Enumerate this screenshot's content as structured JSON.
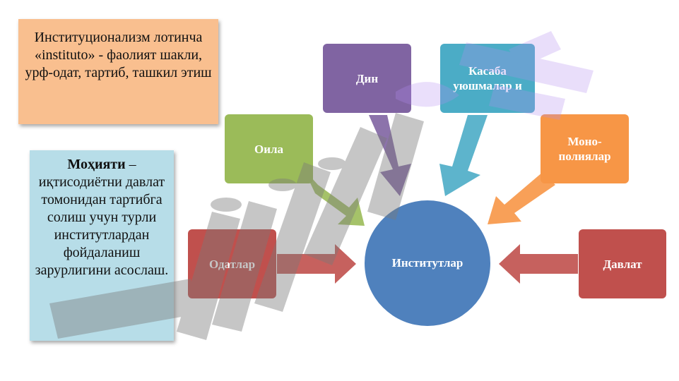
{
  "definition_box": {
    "text": "Институционализм лотинча «instituto» - фаолият шакли, урф-одат, тартиб, ташкил этиш"
  },
  "essence_box": {
    "term": "Моҳияти",
    "text": " – иқтисодиётни давлат томонидан тартибга солиш учун турли институтлардан фойдаланиш зарурлигини асослаш."
  },
  "nodes": {
    "din": "Дин",
    "kasaba": "Касаба уюшмалар и",
    "oila": "Оила",
    "mono": "Моно-полиялар",
    "odatlar": "Одатлар",
    "davlat": "Давлат"
  },
  "center": {
    "label": "Институтлар"
  },
  "colors": {
    "din": "#8064a2",
    "kasaba": "#4bacc6",
    "oila": "#9bbb59",
    "mono": "#f79646",
    "odatlar": "#c0504d",
    "davlat": "#c0504d",
    "center": "#4f81bd"
  }
}
